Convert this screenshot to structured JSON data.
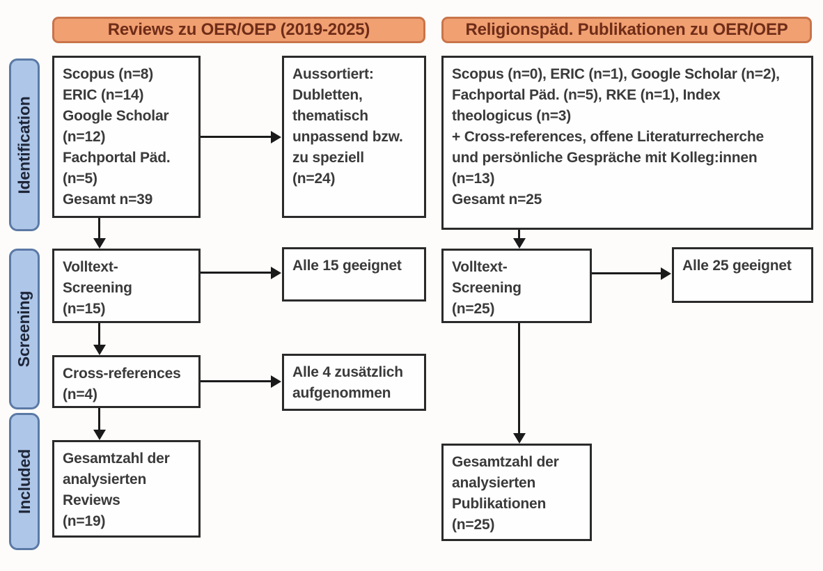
{
  "diagram": {
    "type": "prisma-flow",
    "column_headers": {
      "left": "Reviews zu OER/OEP (2019-2025)",
      "right": "Religionspäd. Publikationen zu OER/OEP"
    },
    "stage_labels": [
      "Identification",
      "Screening",
      "Included"
    ],
    "left_column": {
      "sources": "Scopus (n=8)\nERIC (n=14)\nGoogle Scholar\n(n=12)\nFachportal Päd.\n(n=5)\nGesamt n=39",
      "excluded": "Aussortiert:\nDubletten,\nthematisch\nunpassend bzw.\nzu speziell\n(n=24)",
      "fulltext_screening": "Volltext-\nScreening\n(n=15)",
      "fulltext_result": "Alle 15 geeignet",
      "crossref": "Cross-references\n(n=4)",
      "crossref_result": "Alle 4 zusätzlich\naufgenommen",
      "total": "Gesamtzahl der\nanalysierten\nReviews\n(n=19)"
    },
    "right_column": {
      "sources": "Scopus (n=0), ERIC (n=1), Google Scholar (n=2),\nFachportal Päd. (n=5), RKE (n=1), Index\ntheologicus (n=3)\n+ Cross-references, offene Literaturrecherche\nund persönliche Gespräche mit Kolleg:innen\n(n=13)\nGesamt n=25",
      "fulltext_screening": "Volltext-\nScreening\n(n=25)",
      "fulltext_result": "Alle 25 geeignet",
      "total": "Gesamtzahl der\nanalysierten\nPublikationen\n(n=25)"
    },
    "colors": {
      "header_fill": "#f1a072",
      "header_border": "#c9744a",
      "header_text": "#6f2d18",
      "stage_fill": "#aec6e8",
      "stage_border": "#5b79a5",
      "stage_text": "#1e2638",
      "box_border": "#2a2a2a",
      "box_text": "#3a3a3a",
      "arrow": "#1a1a1a",
      "background": "#fdfcfa"
    }
  }
}
